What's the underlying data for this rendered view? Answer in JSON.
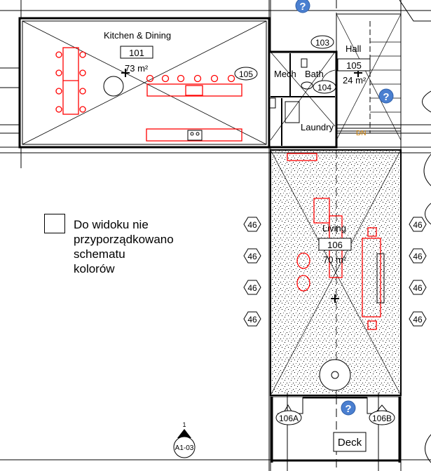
{
  "rooms": {
    "kitchen": {
      "name": "Kitchen & Dining",
      "number": "101",
      "area": "73 m²"
    },
    "hall": {
      "name": "Hall",
      "number": "105",
      "area": "24 m²"
    },
    "living": {
      "name": "Living",
      "number": "106",
      "area": "70 m²"
    },
    "mech": {
      "name": "Mech"
    },
    "bath": {
      "name": "Bath"
    },
    "laundry": {
      "name": "Laundry"
    },
    "deck": {
      "name": "Deck"
    }
  },
  "door_tags": {
    "d105": "105",
    "d103": "103",
    "d104": "104",
    "d106a": "106A",
    "d106b": "106B"
  },
  "window_tags": [
    "46",
    "46",
    "46",
    "46",
    "46",
    "46",
    "46",
    "46"
  ],
  "stair_label": "DN",
  "legend": {
    "lines": [
      "Do widoku nie",
      "przyporządkowano",
      "schematu",
      "kolorów"
    ]
  },
  "section_marker": {
    "number": "1",
    "sheet": "A1-03"
  },
  "colors": {
    "furniture": "#ff0000",
    "help_icon": "#4a7fd0",
    "stair_label": "#d08000"
  }
}
